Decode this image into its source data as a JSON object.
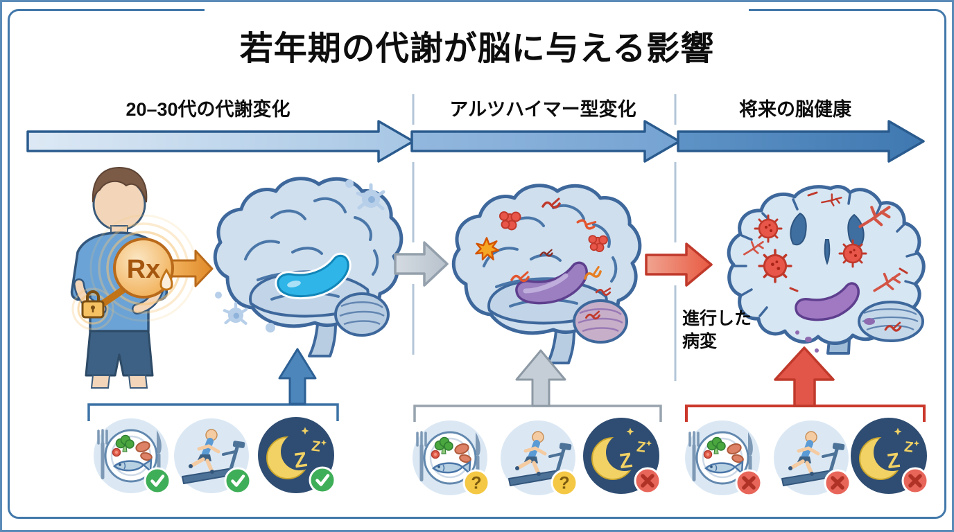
{
  "title": "若年期の代謝が脳に与える影響",
  "stages": [
    {
      "label": "20–30代の代謝変化"
    },
    {
      "label": "アルツハイマー型変化"
    },
    {
      "label": "将来の脳健康"
    }
  ],
  "lesion_annotation": {
    "line1": "進行した",
    "line2": "病変"
  },
  "glyphs": {
    "rx": "Rx",
    "z": "Z",
    "question": "?"
  },
  "columns": [
    {
      "stage": "20–30代の代謝変化",
      "factors": [
        {
          "icon": "diet-icon",
          "status": "check"
        },
        {
          "icon": "exercise-icon",
          "status": "check"
        },
        {
          "icon": "sleep-icon",
          "status": "check"
        }
      ]
    },
    {
      "stage": "アルツハイマー型変化",
      "factors": [
        {
          "icon": "diet-icon",
          "status": "question"
        },
        {
          "icon": "exercise-icon",
          "status": "question"
        },
        {
          "icon": "sleep-icon",
          "status": "cross"
        }
      ]
    },
    {
      "stage": "将来の脳健康",
      "factors": [
        {
          "icon": "diet-icon",
          "status": "cross"
        },
        {
          "icon": "exercise-icon",
          "status": "cross"
        },
        {
          "icon": "sleep-icon",
          "status": "cross"
        }
      ]
    }
  ],
  "colors": {
    "timeline_light": "#c3d8ec",
    "timeline_mid": "#7fa9d4",
    "timeline_dark": "#4a86c0",
    "outline_blue": "#2a5b8e",
    "status_green": "#3fae58",
    "status_yellow": "#f4c844",
    "status_red": "#e8655a",
    "transition_gray": "#c9d2da",
    "transition_red": "#e85a42",
    "accent_orange": "#e8943c",
    "night_navy": "#2f4d72",
    "frame_blue": "#4278aa"
  }
}
